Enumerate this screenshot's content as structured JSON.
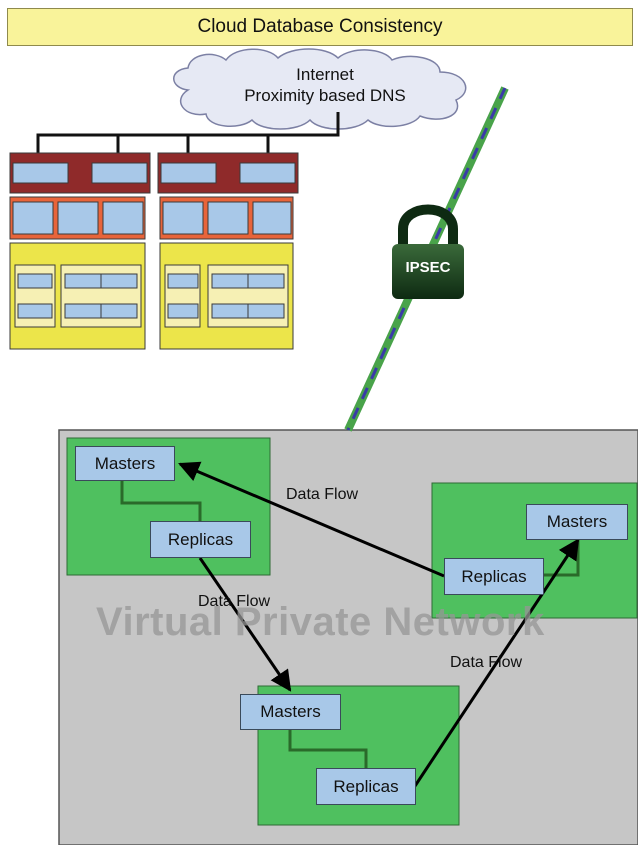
{
  "title": "Cloud Database Consistency",
  "cloud": {
    "line1": "Internet",
    "line2": "Proximity based DNS"
  },
  "ipsec_label": "IPSEC",
  "vpn_label": "Virtual Private Network",
  "nodes": {
    "masters_a": "Masters",
    "replicas_a": "Replicas",
    "masters_b": "Masters",
    "replicas_b": "Replicas",
    "masters_c": "Masters",
    "replicas_c": "Replicas"
  },
  "flows": {
    "top": "Data Flow",
    "left": "Data Flow",
    "right": "Data Flow"
  },
  "colors": {
    "title_bg": "#f9f39a",
    "vpn_bg": "#c6c6c6",
    "cluster_green": "#4fc05f",
    "node_blue": "#a8c8e8",
    "rack_dark_red": "#8f2a2a",
    "rack_orange": "#e8643a",
    "rack_yellow": "#ece54a",
    "tunnel_green": "#49a34a",
    "tunnel_blue": "#3a3aa8"
  }
}
